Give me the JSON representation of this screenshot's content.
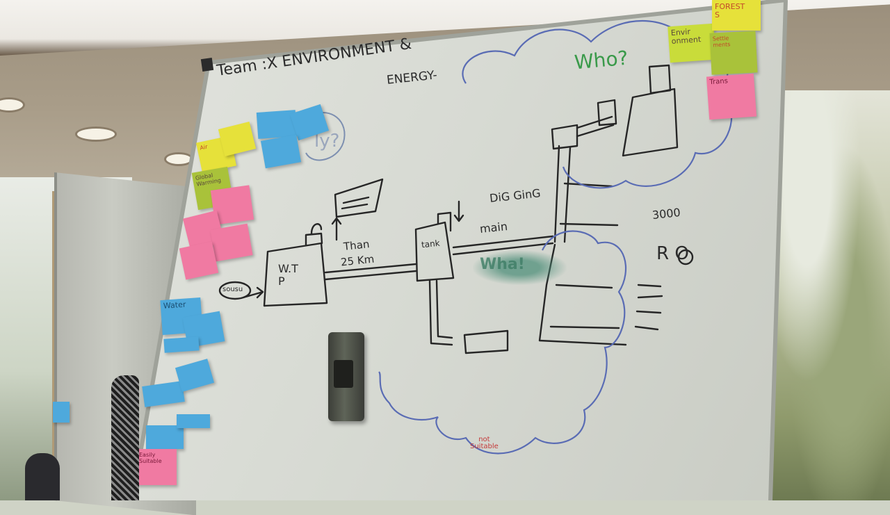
{
  "board": {
    "title_line1": "Team :X  ENVIRONMENT &",
    "title_line2": "ENERGY-",
    "who": "Who?",
    "digging": "DiG GinG",
    "main": "main",
    "tank": "tank",
    "wtp": "W.T\nP",
    "than": "Than",
    "distance": "25 Km",
    "source": "sousu",
    "count": "3000",
    "ro": "R O",
    "smudge": "Wha!",
    "not_suitable": "not\nSuitable",
    "faded_word": "ly?"
  },
  "notes": {
    "environment": "Envir\nonment",
    "forest": "FOREST\nS",
    "settlements": "Settle\nments",
    "trans": "Trans",
    "global_warming": "Global\nWarming",
    "water": "Water",
    "air": "Air",
    "pink_bottom": "Easily\nSuitable"
  },
  "colors": {
    "ink": "#262626",
    "cloud": "#5a6cb4",
    "who_green": "#3a9a4a",
    "red_marker": "#c43a3a"
  }
}
